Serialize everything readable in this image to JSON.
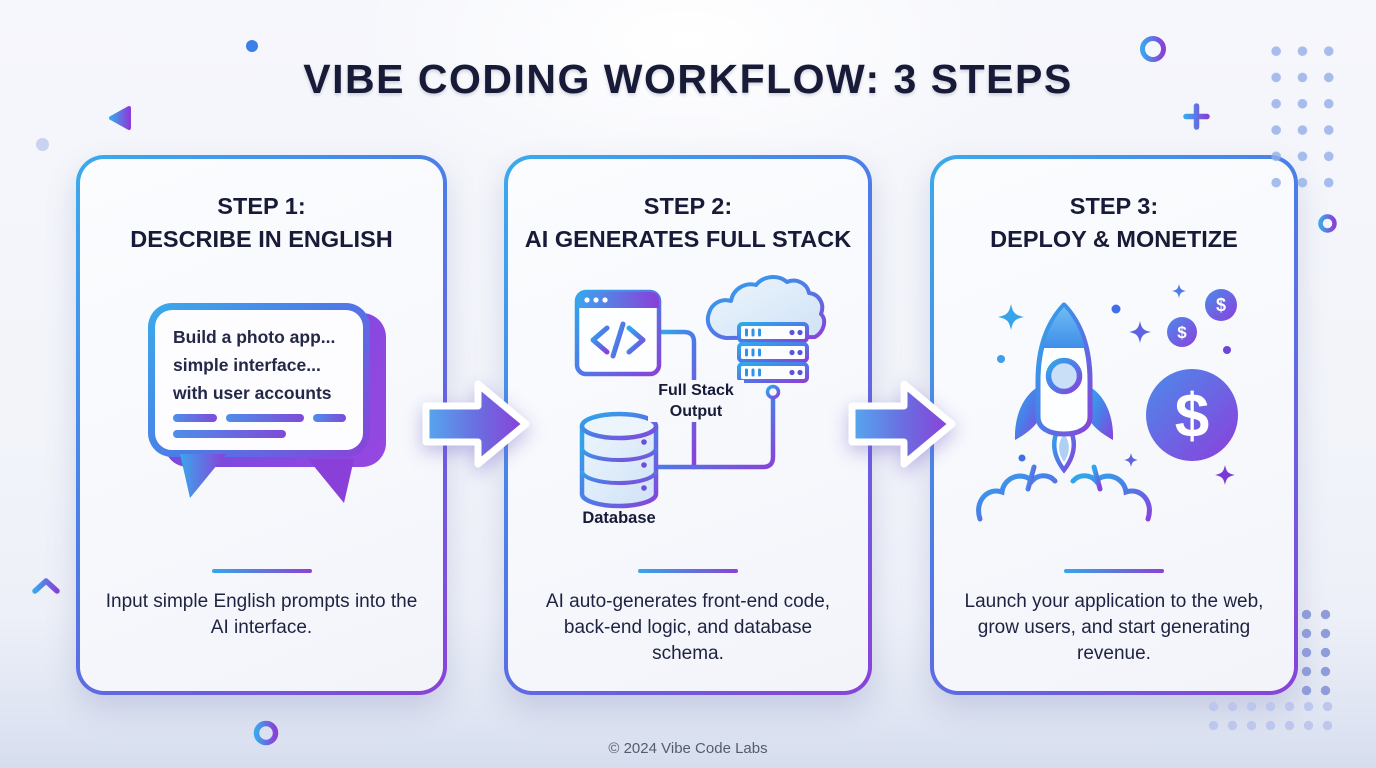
{
  "title": "VIBE CODING WORKFLOW: 3 STEPS",
  "footer": {
    "copyright": "© 2024 Vibe Code Labs"
  },
  "colors": {
    "accent_blue": "#2FA9EA",
    "accent_purple": "#8A42D8",
    "heading_text": "#171B38",
    "body_text": "#1E2342",
    "background": "#F1F3F9"
  },
  "steps": [
    {
      "id": 1,
      "heading_line1": "STEP 1:",
      "heading_line2": "DESCRIBE IN ENGLISH",
      "bubble_lines": [
        "Build a photo app...",
        "simple interface...",
        "with user accounts"
      ],
      "description": "Input simple English prompts into the AI interface.",
      "icon": "speech-bubble-icon"
    },
    {
      "id": 2,
      "heading_line1": "STEP 2:",
      "heading_line2": "AI GENERATES FULL STACK",
      "diagram_labels": {
        "output": "Full Stack Output",
        "database": "Database"
      },
      "description": "AI auto-generates front-end code, back-end logic, and database schema.",
      "icons": [
        "code-window-icon",
        "cloud-server-icon",
        "database-icon"
      ]
    },
    {
      "id": 3,
      "heading_line1": "STEP 3:",
      "heading_line2": "DEPLOY & MONETIZE",
      "description": "Launch your application to the web, grow users, and start generating revenue.",
      "icons": [
        "rocket-icon",
        "dollar-coin-icon",
        "sparkle-icon"
      ]
    }
  ]
}
